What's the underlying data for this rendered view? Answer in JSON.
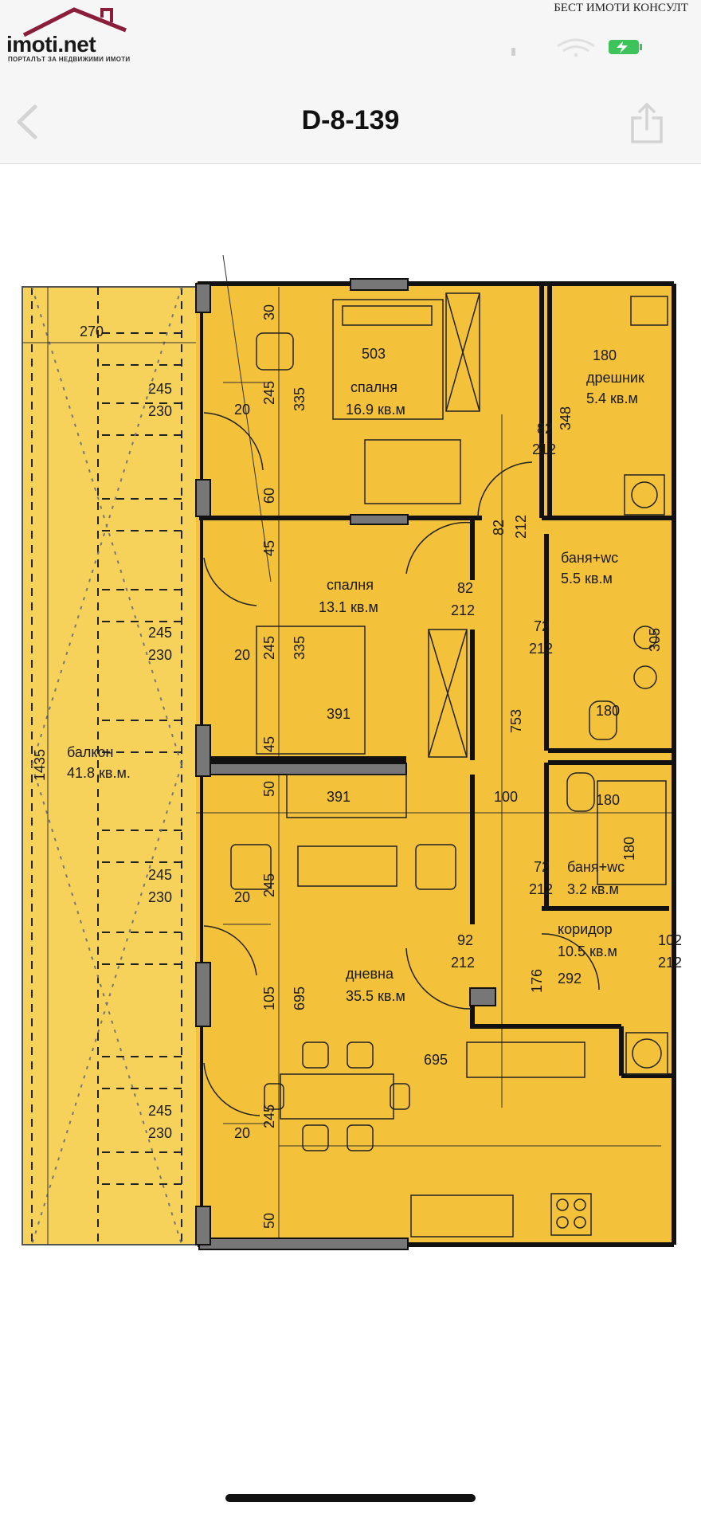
{
  "header": {
    "logo_text": "imoti.net",
    "logo_tagline": "ПОРТАЛЪТ ЗА НЕДВИЖИМИ ИМОТИ",
    "agency": "БЕСТ ИМОТИ КОНСУЛТ",
    "title": "D-8-139"
  },
  "icons": {
    "back": "chevron-left-icon",
    "share": "share-icon",
    "location": "location-arrow-icon",
    "signal": "signal-icon",
    "wifi": "wifi-icon",
    "battery": "battery-charging-icon"
  },
  "colors": {
    "plan_fill": "#f4c13a",
    "balcony_fill": "#f7d25a",
    "wall": "#111111",
    "battery": "#3ec35a"
  },
  "plan": {
    "rooms": {
      "bedroom1": {
        "name": "спалня",
        "area": "16.9 кв.м"
      },
      "bedroom2": {
        "name": "спалня",
        "area": "13.1 кв.м"
      },
      "wardrobe": {
        "name": "дрешник",
        "area": "5.4 кв.м"
      },
      "bath1": {
        "name": "баня+wc",
        "area": "5.5 кв.м"
      },
      "bath2": {
        "name": "баня+wc",
        "area": "3.2 кв.м"
      },
      "corridor": {
        "name": "коридор",
        "area": "10.5 кв.м"
      },
      "living": {
        "name": "дневна",
        "area": "35.5 кв.м"
      },
      "balcony": {
        "name": "балкон",
        "area": "41.8 кв.м."
      }
    },
    "dims": {
      "d270": "270",
      "d503": "503",
      "d180a": "180",
      "d245a": "245",
      "d230a": "230",
      "d20a": "20",
      "d245v1": "245",
      "d335a": "335",
      "d30": "30",
      "d348": "348",
      "d82a": "82",
      "d212a": "212",
      "d60": "60",
      "d82v": "82",
      "d212v": "212",
      "d45a": "45",
      "d82b": "82",
      "d212b": "212",
      "d245b": "245",
      "d230b": "230",
      "d20b": "20",
      "d245v2": "245",
      "d335b": "335",
      "d72a": "72",
      "d212c": "212",
      "d305": "305",
      "d180b": "180",
      "d391a": "391",
      "d45b": "45",
      "d1435": "1435",
      "d753": "753",
      "d50a": "50",
      "d391b": "391",
      "d100": "100",
      "d180c": "180",
      "d180d": "180",
      "d245c": "245",
      "d230c": "230",
      "d20c": "20",
      "d245v3": "245",
      "d72b": "72",
      "d212d": "212",
      "d92": "92",
      "d212e": "212",
      "d102": "102",
      "d212f": "212",
      "d176": "176",
      "d292": "292",
      "d105": "105",
      "d695v": "695",
      "d695h": "695",
      "d245d": "245",
      "d230d": "230",
      "d20d": "20",
      "d245v4": "245",
      "d50b": "50"
    }
  }
}
